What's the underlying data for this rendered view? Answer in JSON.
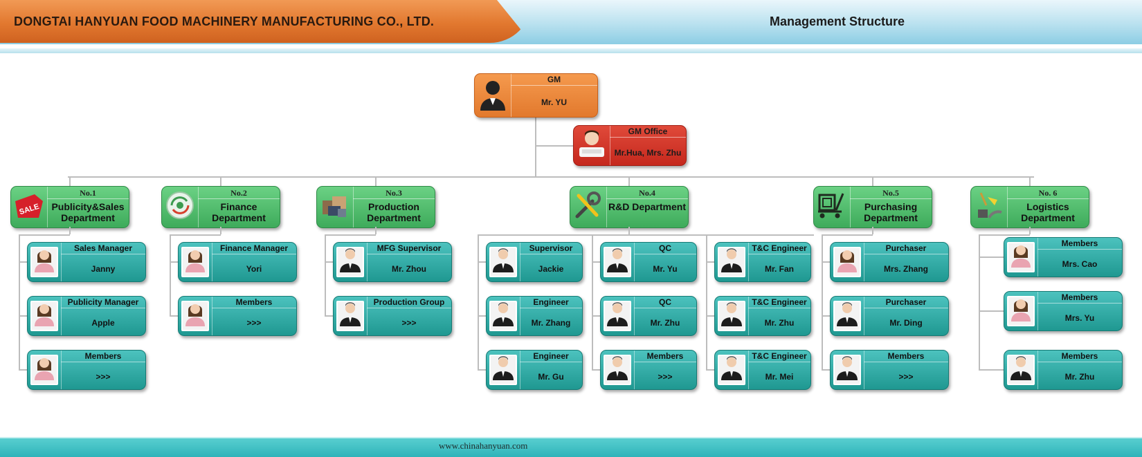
{
  "header": {
    "company": "DONGTAI HANYUAN FOOD MACHINERY MANUFACTURING CO., LTD.",
    "title": "Management Structure"
  },
  "footer": {
    "url": "www.chinahanyuan.com"
  },
  "colors": {
    "header_orange": "#e2782f",
    "gm_orange": "#e2792d",
    "office_red": "#c5281d",
    "dept_green": "#3eab5b",
    "member_teal": "#1f9891",
    "footer_teal": "#2fb3b9"
  },
  "gm": {
    "title": "GM",
    "name": "Mr. YU",
    "icon": "manager-avatar-icon"
  },
  "office": {
    "title": "GM Office",
    "name": "Mr.Hua, Mrs. Zhu",
    "icon": "secretary-avatar-icon"
  },
  "departments": [
    {
      "number": "No.1",
      "name": "Publicity&Sales Department",
      "icon": "sale-tag-icon",
      "members": [
        {
          "title": "Sales Manager",
          "name": "Janny",
          "avatar": "female-avatar-icon"
        },
        {
          "title": "Publicity Manager",
          "name": "Apple",
          "avatar": "female-avatar-icon"
        },
        {
          "title": "Members",
          "name": ">>>",
          "avatar": "female-avatar-icon"
        }
      ]
    },
    {
      "number": "No.2",
      "name": "Finance Department",
      "icon": "money-cycle-icon",
      "members": [
        {
          "title": "Finance Manager",
          "name": "Yori",
          "avatar": "female-avatar-icon"
        },
        {
          "title": "Members",
          "name": ">>>",
          "avatar": "female-avatar-icon"
        }
      ]
    },
    {
      "number": "No.3",
      "name": "Production Department",
      "icon": "production-icon",
      "members": [
        {
          "title": "MFG Supervisor",
          "name": "Mr. Zhou",
          "avatar": "male-avatar-icon"
        },
        {
          "title": "Production Group",
          "name": ">>>",
          "avatar": "male-avatar-icon"
        }
      ]
    },
    {
      "number": "No.4",
      "name": "R&D Department",
      "icon": "tools-icon",
      "members": [
        {
          "title": "Supervisor",
          "name": "Jackie",
          "avatar": "male-avatar-icon"
        },
        {
          "title": "Engineer",
          "name": "Mr. Zhang",
          "avatar": "male-avatar-icon"
        },
        {
          "title": "Engineer",
          "name": "Mr. Gu",
          "avatar": "male-avatar-icon"
        },
        {
          "title": "QC",
          "name": "Mr. Yu",
          "avatar": "male-avatar-icon"
        },
        {
          "title": "QC",
          "name": "Mr. Zhu",
          "avatar": "male-avatar-icon"
        },
        {
          "title": "Members",
          "name": ">>>",
          "avatar": "male-avatar-icon"
        },
        {
          "title": "T&C Engineer",
          "name": "Mr. Fan",
          "avatar": "male-avatar-icon"
        },
        {
          "title": "T&C Engineer",
          "name": "Mr. Zhu",
          "avatar": "male-avatar-icon"
        },
        {
          "title": "T&C Engineer",
          "name": "Mr. Mei",
          "avatar": "male-avatar-icon"
        }
      ]
    },
    {
      "number": "No.5",
      "name": "Purchasing Department",
      "icon": "cart-icon",
      "members": [
        {
          "title": "Purchaser",
          "name": "Mrs. Zhang",
          "avatar": "female-avatar-icon"
        },
        {
          "title": "Purchaser",
          "name": "Mr. Ding",
          "avatar": "male-avatar-icon"
        },
        {
          "title": "Members",
          "name": ">>>",
          "avatar": "male-avatar-icon"
        }
      ]
    },
    {
      "number": "No. 6",
      "name": "Logistics Department",
      "icon": "cleaning-icon",
      "members": [
        {
          "title": "Members",
          "name": "Mrs. Cao",
          "avatar": "female-avatar-icon"
        },
        {
          "title": "Members",
          "name": "Mrs. Yu",
          "avatar": "female-avatar-icon"
        },
        {
          "title": "Members",
          "name": "Mr. Zhu",
          "avatar": "male-avatar-icon"
        }
      ]
    }
  ]
}
